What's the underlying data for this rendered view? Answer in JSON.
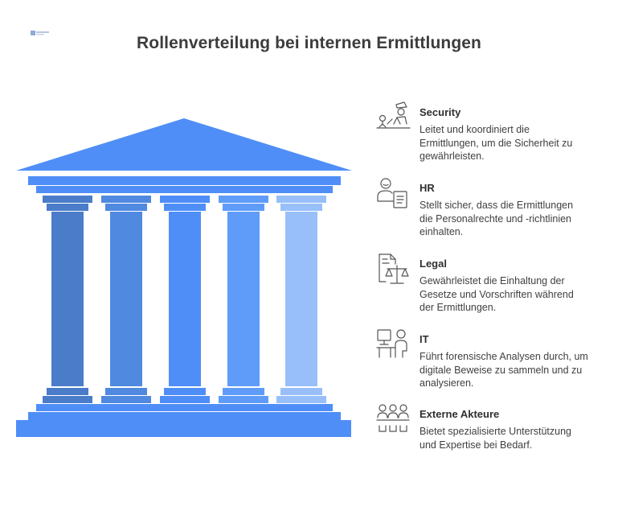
{
  "title": "Rollenverteilung bei internen Ermittlungen",
  "logo_icon": "napkin-logo-icon",
  "colors": {
    "roof": "#4f8ef7",
    "base": "#4f8ef7",
    "pillars": [
      "#4a7cc9",
      "#5089e0",
      "#4f8ef7",
      "#5f9cf9",
      "#98bff9"
    ]
  },
  "roles": [
    {
      "title": "Security",
      "description": "Leitet und koordiniert die Ermittlungen, um die Sicherheit zu gewährleisten.",
      "icon": "security-guard-icon"
    },
    {
      "title": "HR",
      "description": "Stellt sicher, dass die Ermittlungen die Personalrechte und -richtlinien einhalten.",
      "icon": "hr-person-document-icon"
    },
    {
      "title": "Legal",
      "description": "Gewährleistet die Einhaltung der Gesetze und Vorschriften während der Ermittlungen.",
      "icon": "legal-scales-document-icon"
    },
    {
      "title": "IT",
      "description": "Führt forensische Analysen durch, um digitale Beweise zu sammeln und zu analysieren.",
      "icon": "it-computer-person-icon"
    },
    {
      "title": "Externe Akteure",
      "description": "Bietet spezialisierte Unterstützung und Expertise bei Bedarf.",
      "icon": "external-group-icon"
    }
  ]
}
